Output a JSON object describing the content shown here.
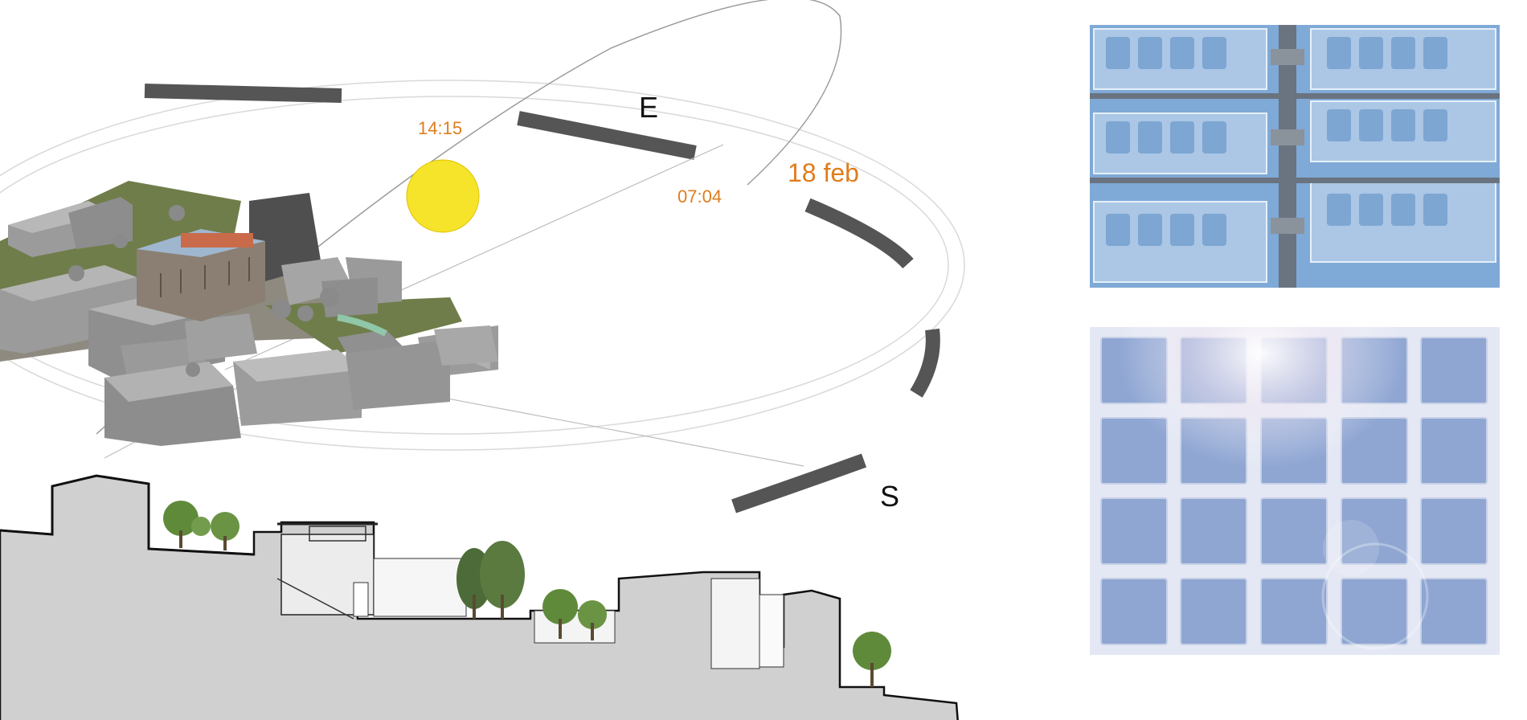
{
  "diagram": {
    "sunpath_labels": {
      "time_midday": "14:15",
      "time_sunrise": "07:04",
      "date": "18 feb",
      "east": "E",
      "south": "S"
    },
    "colors": {
      "sun": "#f5e42a",
      "label_orange": "#e07c1c",
      "ring_dark": "#555555",
      "ground_section": "#d0d0d0",
      "building_block": "#9b9b9b",
      "grass": "#6f7d4a",
      "tree": "#5f8a3a"
    }
  },
  "photos": {
    "facade_photo": "photovoltaic glass facade photo",
    "glass_panel_photo": "solar glass panel photo"
  }
}
